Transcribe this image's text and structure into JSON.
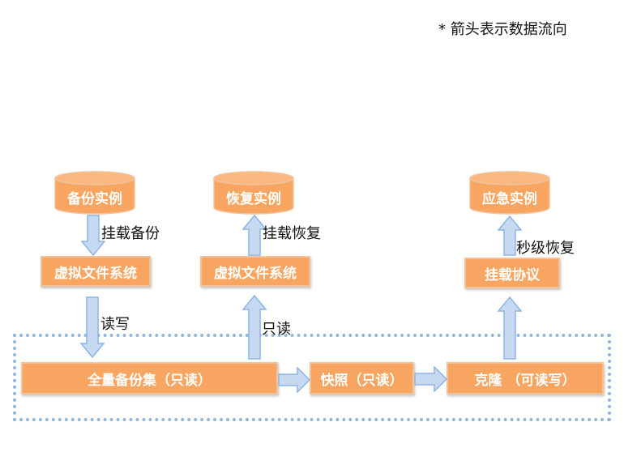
{
  "note": "* 箭头表示数据流向",
  "databases": {
    "backup": "备份实例",
    "restore": "恢复实例",
    "emergency": "应急实例"
  },
  "boxes": {
    "vfs_left": "虚拟文件系统",
    "vfs_middle": "虚拟文件系统",
    "mount_protocol": "挂载协议",
    "full_backup": "全量备份集（只读）",
    "snapshot": "快照（只读）",
    "clone": "克隆 （可读写）"
  },
  "arrow_labels": {
    "mount_backup": "挂载备份",
    "read_write": "读写",
    "mount_restore": "挂载恢复",
    "read_only": "只读",
    "instant_restore": "秒级恢复"
  },
  "colors": {
    "box_fill": "#f7a560",
    "box_border": "#f1c39d",
    "arrow_fill": "#c6d9f1",
    "arrow_stroke": "#8eb4e3",
    "dotted_border": "#8fb7dd"
  }
}
